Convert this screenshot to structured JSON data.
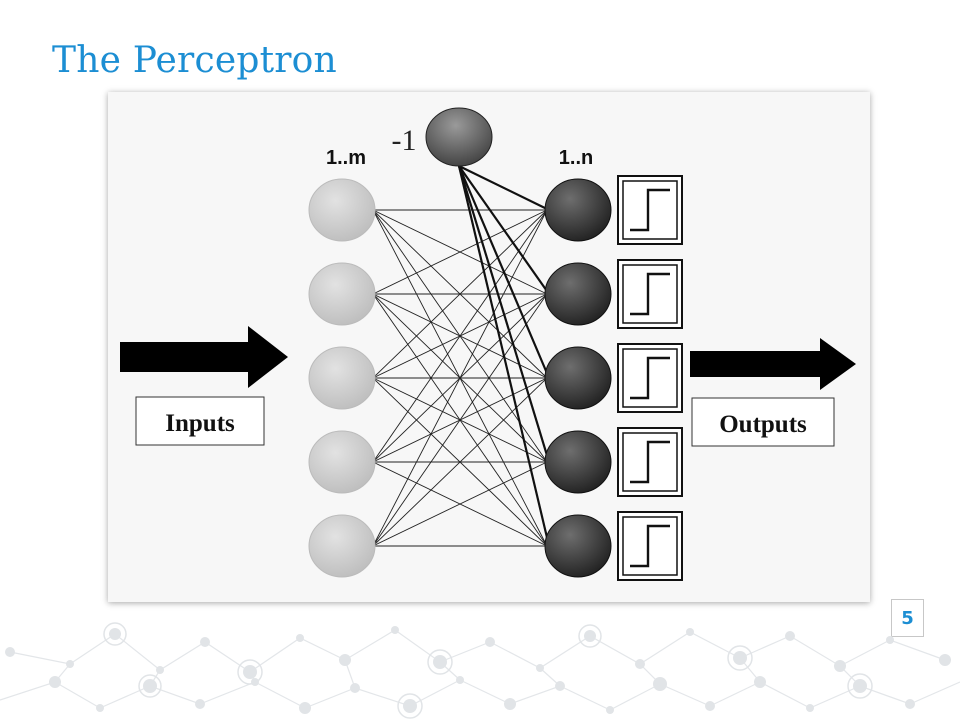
{
  "slide": {
    "title": "The Perceptron",
    "page_number": "5"
  },
  "diagram": {
    "input_layer_label": "1..m",
    "output_layer_label": "1..n",
    "bias_label": "-1",
    "inputs_label": "Inputs",
    "outputs_label": "Outputs",
    "input_node_count": 5,
    "output_node_count": 5,
    "colors": {
      "input_node": "#cfcfcf",
      "output_node": "#3a3a3a",
      "bias_node": "#6a6a6a",
      "accent": "#1c8ed3"
    }
  }
}
